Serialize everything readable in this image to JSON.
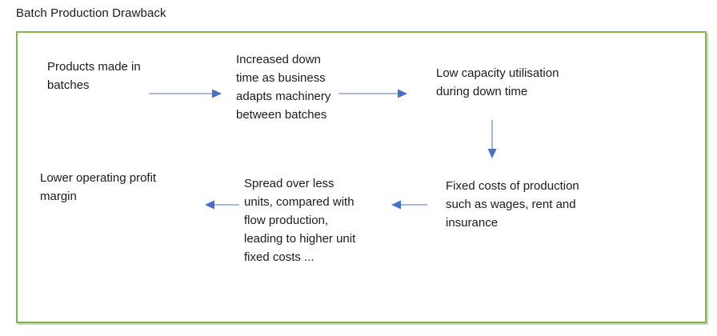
{
  "title": "Batch Production Drawback",
  "colors": {
    "border_green": "#7db456",
    "arrow_line": "#8aa2d4",
    "arrow_head": "#4472c4",
    "text": "#1b1b1b"
  },
  "diagram": {
    "nodes": [
      {
        "id": "products",
        "text": "Products made in\nbatches"
      },
      {
        "id": "increased-downtime",
        "text": "Increased down\ntime as business\nadapts machinery\nbetween batches"
      },
      {
        "id": "low-capacity",
        "text": "Low capacity utilisation\nduring down time"
      },
      {
        "id": "fixed-costs",
        "text": "Fixed costs of production\nsuch as wages, rent and\ninsurance"
      },
      {
        "id": "spread-over-less",
        "text": "Spread over less\nunits, compared with\nflow production,\nleading to higher unit\nfixed costs ..."
      },
      {
        "id": "lower-margin",
        "text": "Lower operating profit\nmargin"
      }
    ],
    "connections": [
      {
        "from": "products",
        "to": "increased-downtime",
        "direction": "right"
      },
      {
        "from": "increased-downtime",
        "to": "low-capacity",
        "direction": "right"
      },
      {
        "from": "low-capacity",
        "to": "fixed-costs",
        "direction": "down"
      },
      {
        "from": "fixed-costs",
        "to": "spread-over-less",
        "direction": "left"
      },
      {
        "from": "spread-over-less",
        "to": "lower-margin",
        "direction": "left"
      }
    ]
  }
}
